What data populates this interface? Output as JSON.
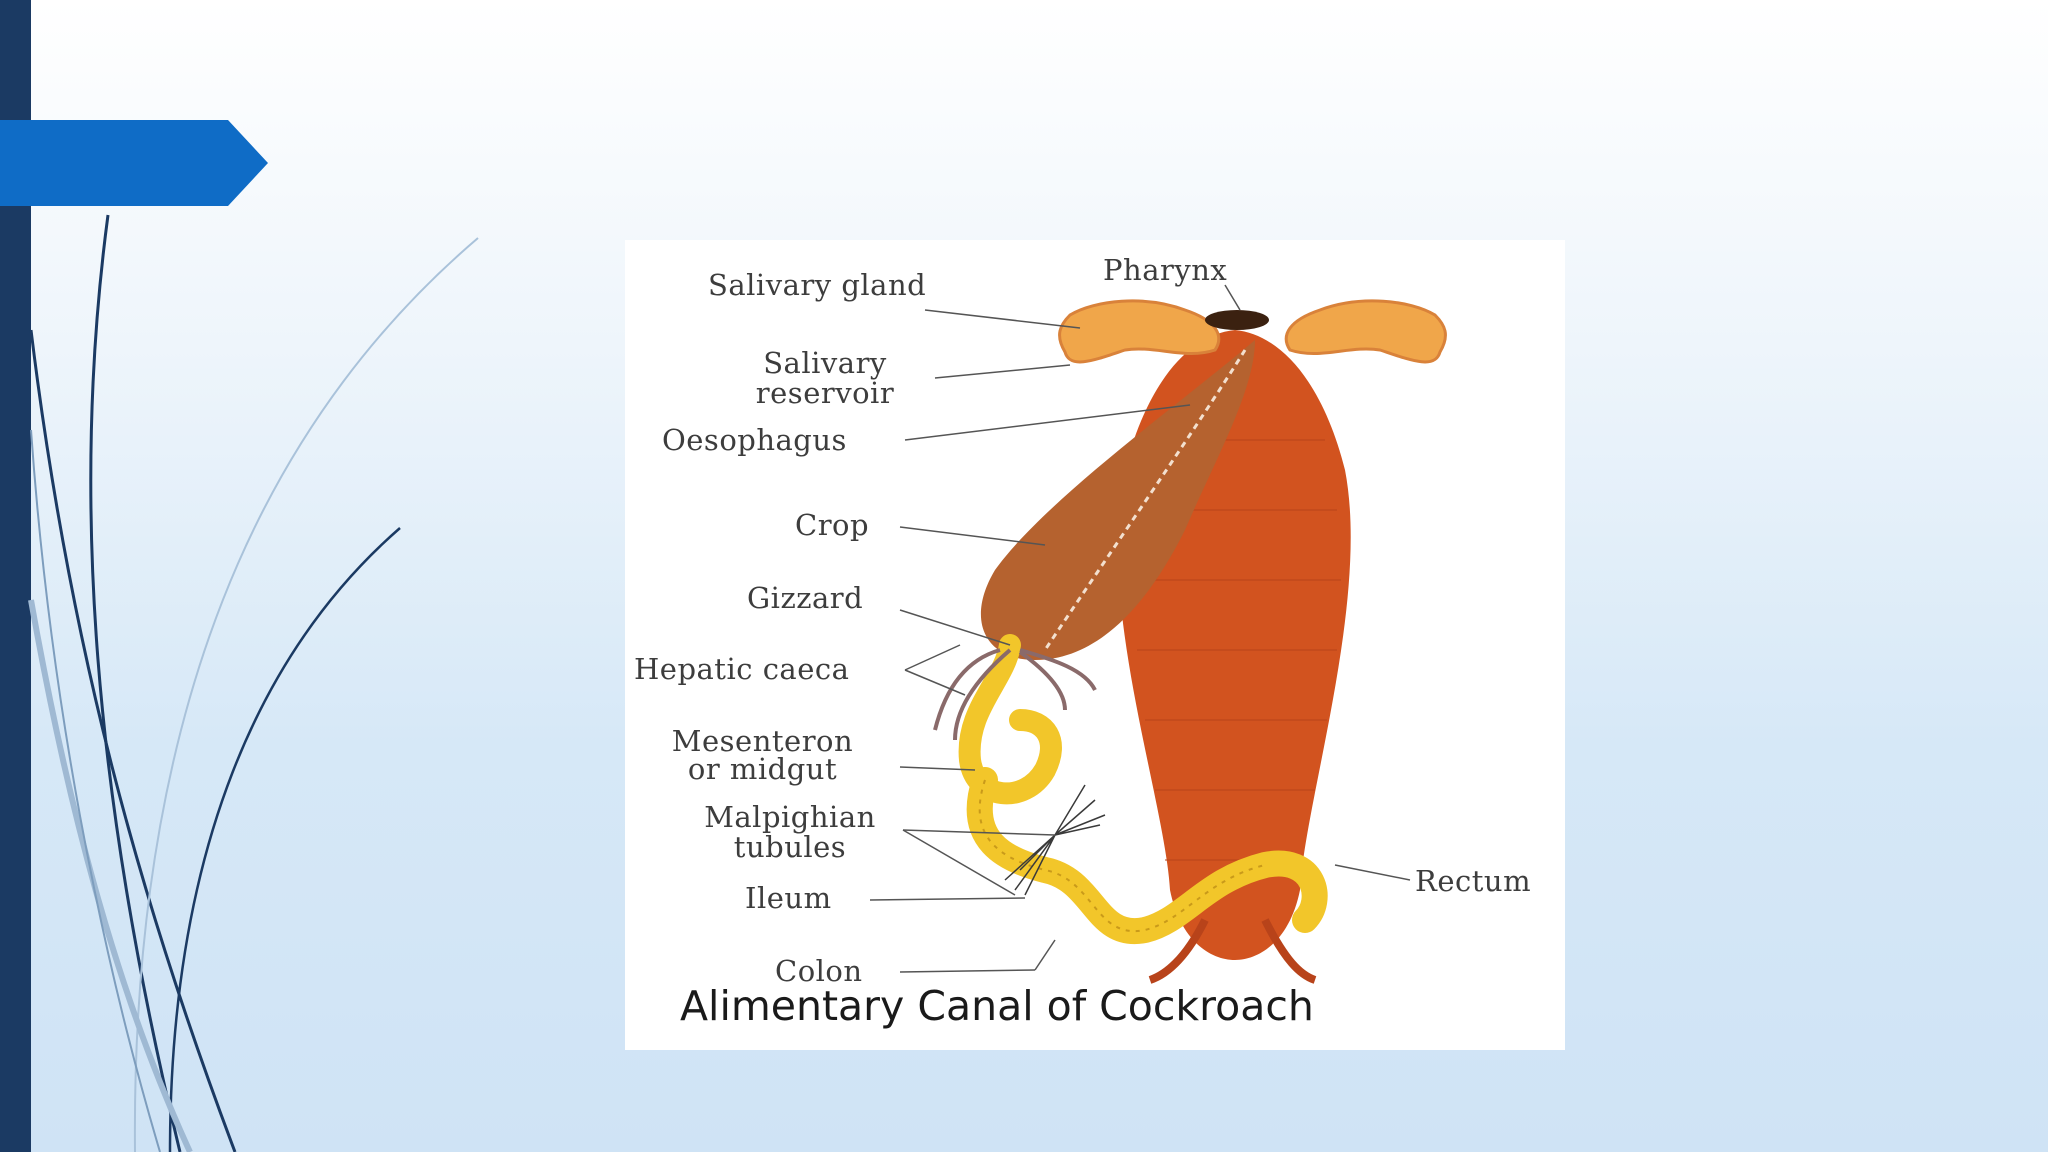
{
  "diagram": {
    "caption": "Alimentary Canal of Cockroach",
    "labels": {
      "salivary_gland": "Salivary gland",
      "pharynx": "Pharynx",
      "salivary_reservoir_1": "Salivary",
      "salivary_reservoir_2": "reservoir",
      "oesophagus": "Oesophagus",
      "crop": "Crop",
      "gizzard": "Gizzard",
      "hepatic_caeca": "Hepatic caeca",
      "mesenteron_1": "Mesenteron",
      "mesenteron_2": "or midgut",
      "malpighian_1": "Malpighian",
      "malpighian_2": "tubules",
      "ileum": "Ileum",
      "colon": "Colon",
      "rectum": "Rectum"
    }
  },
  "colors": {
    "sidebar": "#1b3a63",
    "tab": "#0f6cc6",
    "body": "#d2531f",
    "crop": "#b5622f",
    "gut": "#f2c62a",
    "gland": "#f0a64a"
  }
}
